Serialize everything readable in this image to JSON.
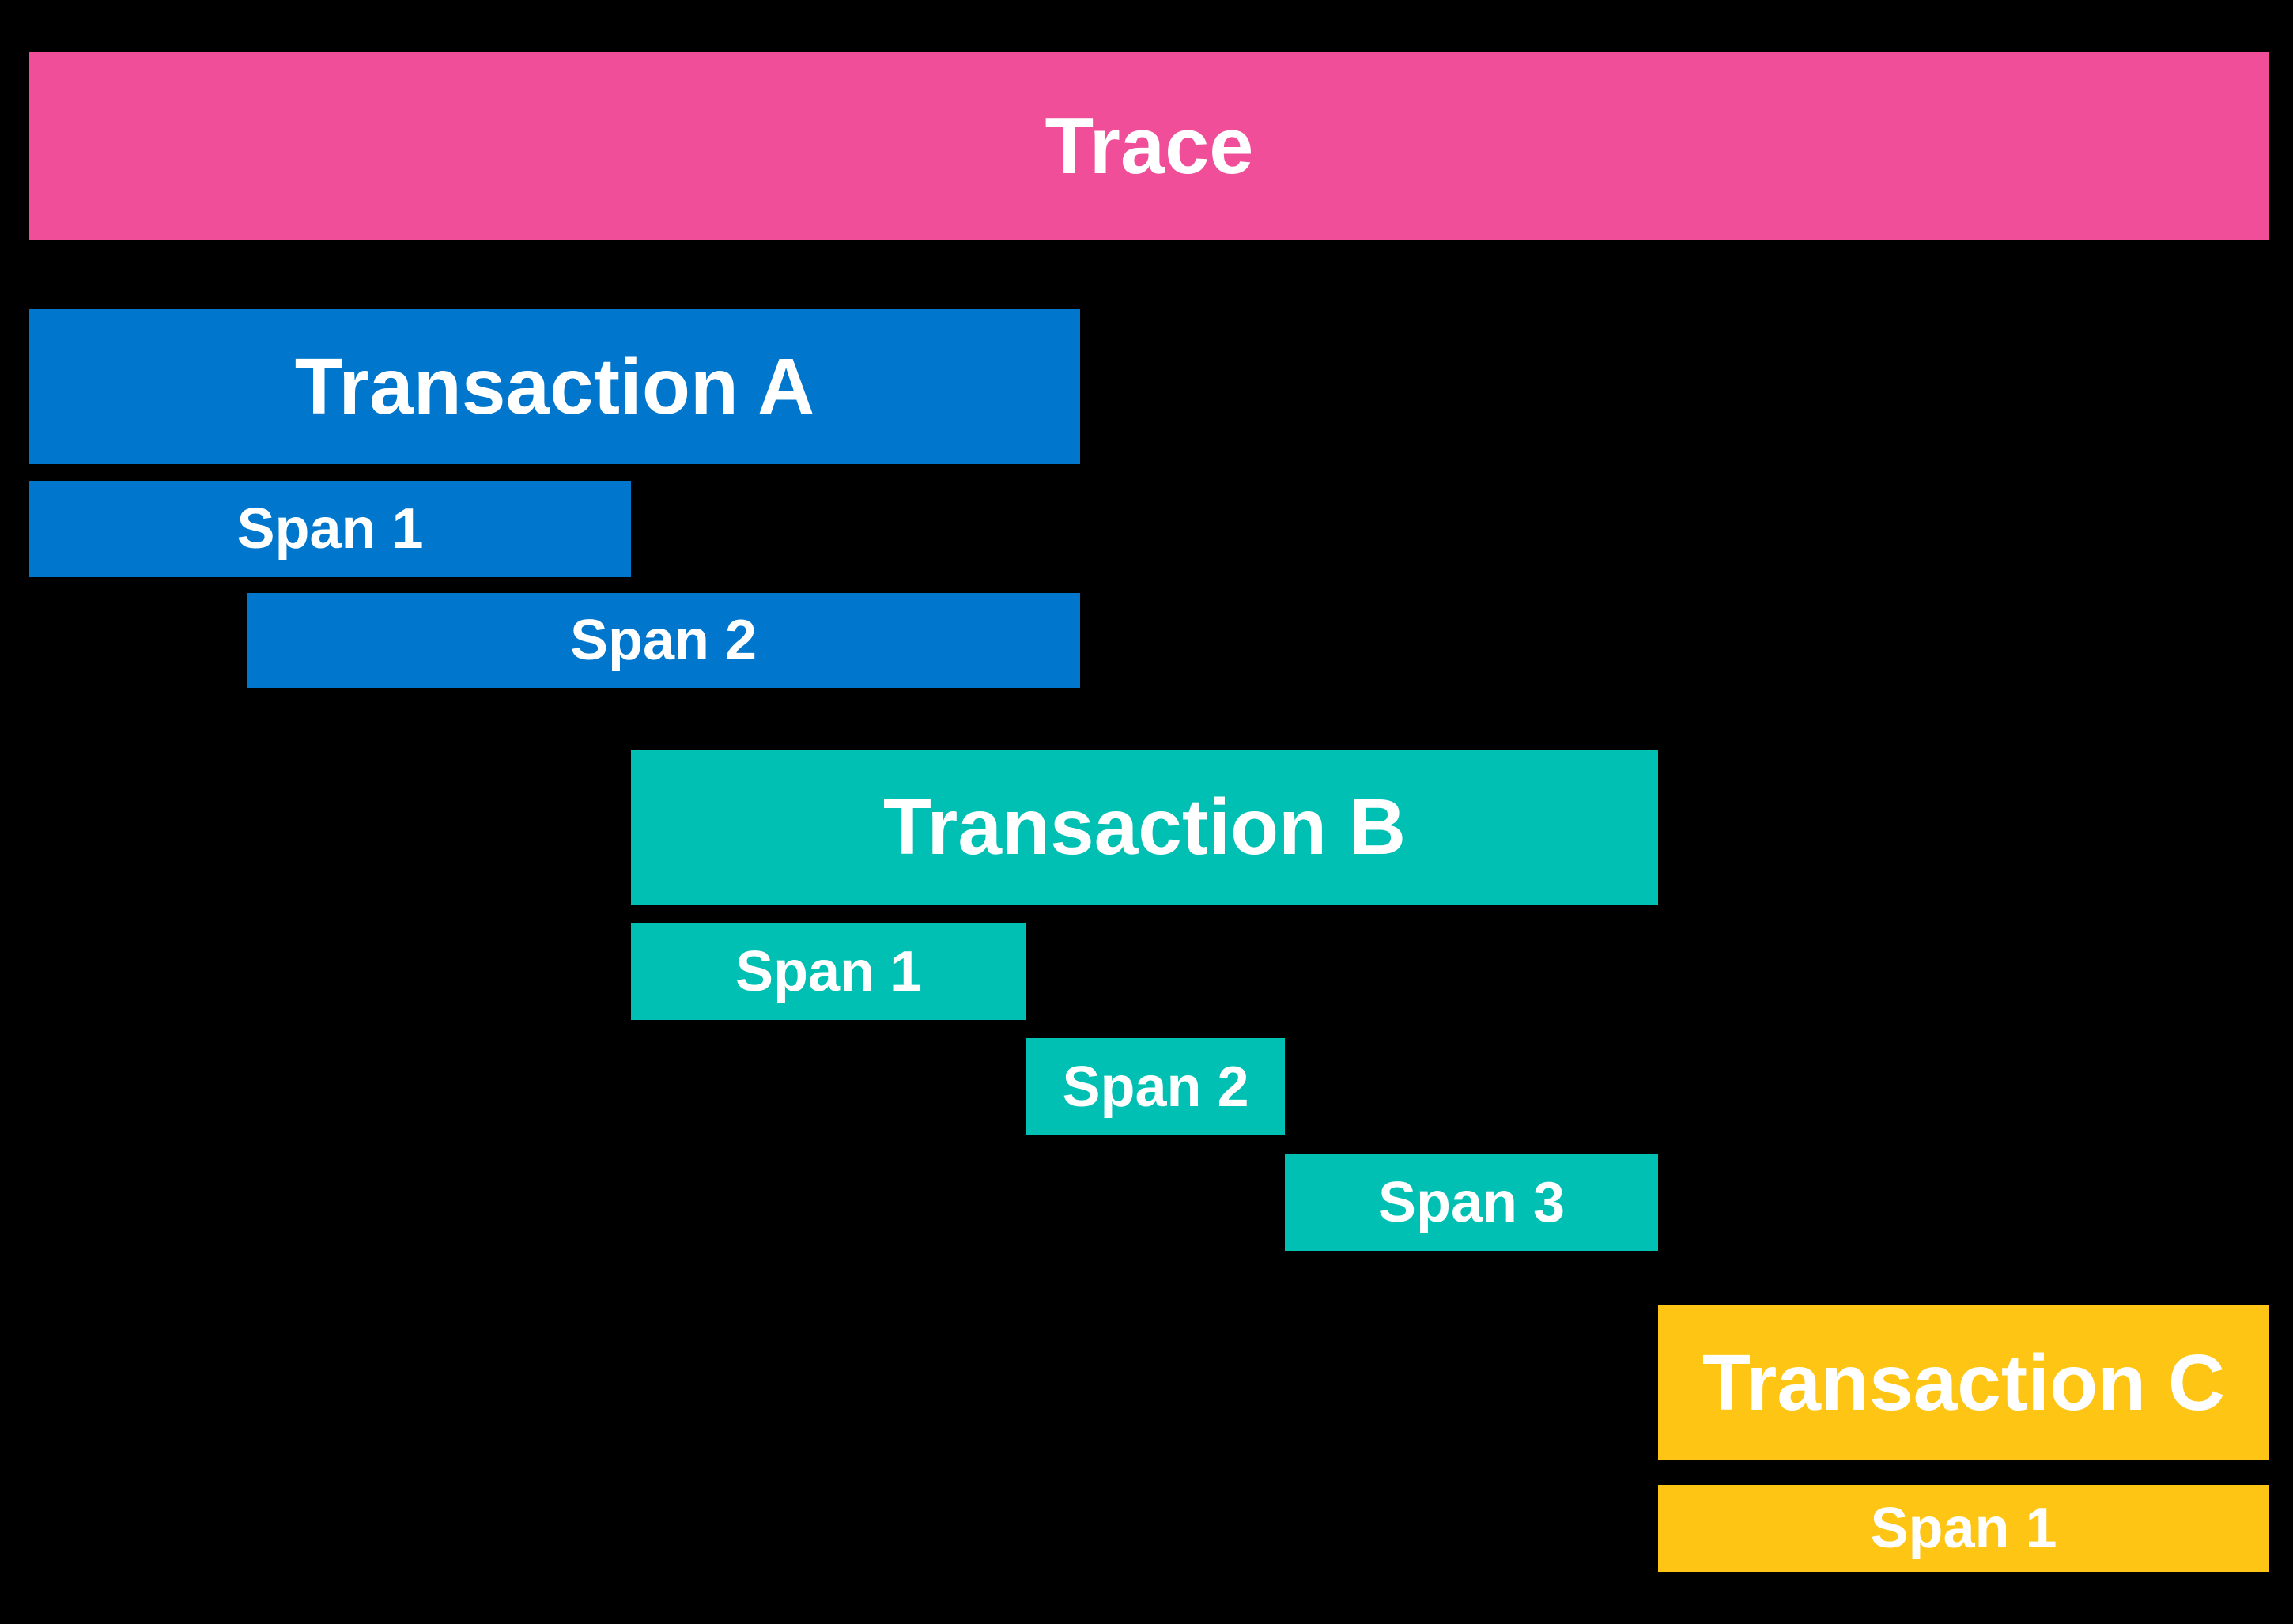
{
  "colors": {
    "background": "#000000",
    "text": "#FFFFFF",
    "trace": "#F04E98",
    "transaction_a": "#0077CC",
    "transaction_b": "#00BFB3",
    "transaction_c": "#FEC514"
  },
  "trace": {
    "label": "Trace",
    "color": "#F04E98"
  },
  "transactions": [
    {
      "label": "Transaction A",
      "color": "#0077CC",
      "spans": [
        {
          "label": "Span 1"
        },
        {
          "label": "Span 2"
        }
      ]
    },
    {
      "label": "Transaction B",
      "color": "#00BFB3",
      "spans": [
        {
          "label": "Span 1"
        },
        {
          "label": "Span 2"
        },
        {
          "label": "Span 3"
        }
      ]
    },
    {
      "label": "Transaction C",
      "color": "#FEC514",
      "spans": [
        {
          "label": "Span 1"
        }
      ]
    }
  ]
}
